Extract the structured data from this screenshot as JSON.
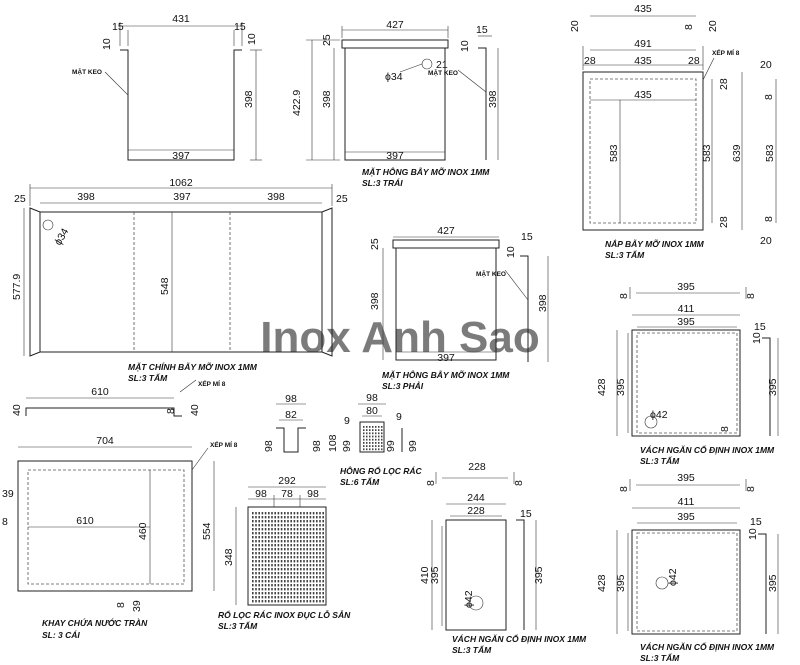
{
  "watermark": "Inox Anh Sao",
  "captions": {
    "mat_hong_trai": "MẶT HÔNG BẪY MỠ INOX 1MM",
    "mat_hong_trai_qty": "SL:3 TRÁI",
    "nap": "NẮP BẪY MỠ INOX 1MM",
    "nap_qty": "SL:3 TẤM",
    "mat_chinh": "MẶT CHÍNH BẪY MỠ INOX 1MM",
    "mat_chinh_qty": "SL:3 TẤM",
    "mat_hong_phai": "MẶT HÔNG BẪY MỠ INOX 1MM",
    "mat_hong_phai_qty": "SL:3 PHẢI",
    "vach_1": "VÁCH NGĂN CỐ ĐỊNH INOX 1MM",
    "vach_1_qty": "SL:3 TẤM",
    "hong_ro": "HÔNG RỔ LỌC RÁC",
    "hong_ro_qty": "SL:6 TẤM",
    "khay": "KHAY CHỨA NƯỚC TRÀN",
    "khay_qty": "SL: 3 CÁI",
    "ro_loc": "RỔ LỌC RÁC INOX ĐỤC LỖ SẴN",
    "ro_loc_qty": "SL:3 TẤM",
    "vach_2": "VÁCH NGĂN CỐ ĐỊNH INOX 1MM",
    "vach_2_qty": "SL:3 TẤM",
    "vach_3": "VÁCH NGĂN CỐ ĐỊNH INOX 1MM",
    "vach_3_qty": "SL:3 TẤM"
  },
  "notes": {
    "mat_keo_1": "MẶT KEO",
    "mat_keo_2": "MẶT KEO",
    "mat_keo_3": "MẶT KEO",
    "xep_mi_1": "XẾP MÍ 8",
    "xep_mi_2": "XẾP MÍ 8",
    "xep_mi_3": "XẾP MÍ 8"
  },
  "dims": {
    "p1_top": "431",
    "p1_l15": "15",
    "p1_r15": "15",
    "p1_l10": "10",
    "p1_r10": "10",
    "p1_h": "398",
    "p1_bot": "397",
    "p2_top": "427",
    "p2_25": "25",
    "p2_21": "21",
    "p2_34": "ϕ34",
    "p2_h1": "422.9",
    "p2_h2": "398",
    "p2_bot": "397",
    "p2_15": "15",
    "p2_10": "10",
    "p2_side": "398",
    "p3_top": "435",
    "p3_20a": "20",
    "p3_8a": "8",
    "p3_20b": "20",
    "p3_491": "491",
    "p3_28a": "28",
    "p3_435b": "435",
    "p3_28b": "28",
    "p3_435c": "435",
    "p3_583a": "583",
    "p3_583b": "583",
    "p3_639": "639",
    "p3_28c": "28",
    "p3_28d": "28",
    "p3_s20a": "20",
    "p3_s8a": "8",
    "p3_s583": "583",
    "p3_s8b": "8",
    "p3_s20b": "20",
    "p4_total": "1062",
    "p4_25a": "25",
    "p4_398a": "398",
    "p4_397": "397",
    "p4_398b": "398",
    "p4_25b": "25",
    "p4_34": "ϕ34",
    "p4_h": "577.9",
    "p4_548": "548",
    "p5_top": "427",
    "p5_25": "25",
    "p5_h": "398",
    "p5_bot": "397",
    "p5_15": "15",
    "p5_10": "10",
    "p5_side": "398",
    "p6_395a": "395",
    "p6_8a": "8",
    "p6_8b": "8",
    "p6_411": "411",
    "p6_395b": "395",
    "p6_15": "15",
    "p6_10": "10",
    "p6_428": "428",
    "p6_395c": "395",
    "p6_42": "ϕ42",
    "p6_8c": "8",
    "p6_395d": "395",
    "p7_610": "610",
    "p7_40a": "40",
    "p7_8": "8",
    "p7_40b": "40",
    "p8_704": "704",
    "p8_39a": "39",
    "p8_8a": "8",
    "p8_610": "610",
    "p8_460": "460",
    "p8_554": "554",
    "p8_8b": "8",
    "p8_39b": "39",
    "p9_98a": "98",
    "p9_82": "82",
    "p9_98b": "98",
    "p9_98c": "98",
    "p10_98a": "98",
    "p10_9a": "9",
    "p10_80": "80",
    "p10_9b": "9",
    "p10_108": "108",
    "p10_99a": "99",
    "p10_99b": "99",
    "p10_99c": "99",
    "p11_292": "292",
    "p11_98a": "98",
    "p11_78": "78",
    "p11_98b": "98",
    "p11_348": "348",
    "p12_228a": "228",
    "p12_8a": "8",
    "p12_8b": "8",
    "p12_244": "244",
    "p12_228b": "228",
    "p12_15": "15",
    "p12_410": "410",
    "p12_395a": "395",
    "p12_42": "ϕ42",
    "p12_395b": "395",
    "p13_395a": "395",
    "p13_8a": "8",
    "p13_8b": "8",
    "p13_411": "411",
    "p13_395b": "395",
    "p13_15": "15",
    "p13_10": "10",
    "p13_428": "428",
    "p13_395c": "395",
    "p13_42": "ϕ42",
    "p13_395d": "395"
  }
}
